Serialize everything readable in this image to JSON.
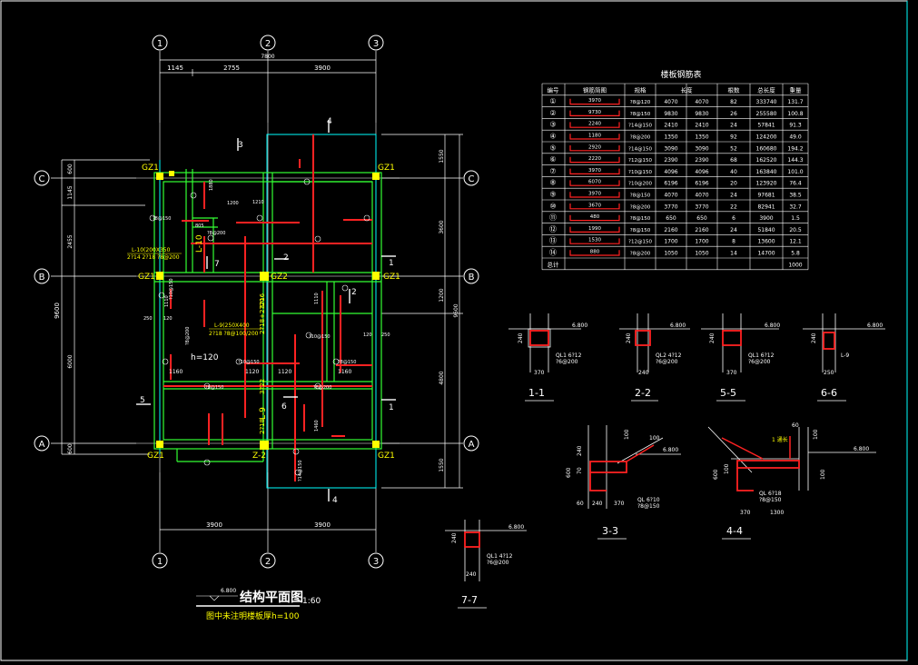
{
  "plan": {
    "title": "结构平面图",
    "scale": "1:60",
    "note": "图中未注明楼板厚h=100",
    "level": "6.800",
    "slab_note": "h=120",
    "axes_top": [
      "1",
      "2",
      "3"
    ],
    "axes_bottom": [
      "1",
      "2",
      "3"
    ],
    "axes_left": [
      "C",
      "B",
      "A"
    ],
    "axes_right": [
      "C",
      "B",
      "A"
    ],
    "dims_top_total": "7800",
    "dims_top": [
      "1145",
      "2755",
      "3900"
    ],
    "dims_bottom": [
      "3900",
      "3900"
    ],
    "dims_left_total": "9600",
    "dims_left": [
      "600",
      "1145",
      "2455",
      "6000",
      "600"
    ],
    "dims_right": [
      "1550",
      "3600",
      "1200",
      "4800",
      "1550"
    ],
    "right_total": "9600",
    "gz_labels": [
      "GZ1",
      "GZ1",
      "GZ1",
      "GZ2",
      "GZ1",
      "GZ1",
      "GZ1"
    ],
    "beam_labels": [
      "L-10",
      "L-9",
      "Z-2"
    ],
    "beam_note_1": "L-10(200X350",
    "beam_note_1b": "2?14  2?18  ?8@200",
    "beam_note_2": "L-9(250X400",
    "beam_note_2b": "2?18  ?8@100/200",
    "section_marks": [
      "1",
      "2",
      "3",
      "4",
      "5",
      "6",
      "7"
    ],
    "rebar_labels": [
      "?8@150",
      "?8@200",
      "?10@150",
      "?8@150",
      "?10@150",
      "?8@150",
      "?8@200",
      "?10@150",
      "?14@150",
      "?8@200",
      "3?16",
      "2?18+2?20",
      "3?22",
      "2?18"
    ],
    "misc_dims": [
      "1880",
      "1200",
      "805",
      "1110",
      "1110",
      "250",
      "120",
      "1120",
      "1120",
      "1160",
      "1160",
      "1460",
      "250",
      "120",
      "1210"
    ]
  },
  "table": {
    "title": "楼板钢筋表",
    "headers": [
      "编号",
      "钢筋简图",
      "规格",
      "长度",
      "根数",
      "总长度",
      "重量"
    ],
    "rows": [
      {
        "no": "①",
        "sketch": "3970",
        "spec": "?8@120",
        "len1": "4070",
        "len2": "4070",
        "count": "82",
        "total": "333740",
        "weight": "131.7"
      },
      {
        "no": "②",
        "sketch": "9730",
        "spec": "?8@150",
        "len1": "9830",
        "len2": "9830",
        "count": "26",
        "total": "255580",
        "weight": "100.8"
      },
      {
        "no": "③",
        "sketch": "2240",
        "spec": "?14@150",
        "len1": "2410",
        "len2": "2410",
        "count": "24",
        "total": "57841",
        "weight": "91.3"
      },
      {
        "no": "④",
        "sketch": "1180",
        "spec": "?8@200",
        "len1": "1350",
        "len2": "1350",
        "count": "92",
        "total": "124200",
        "weight": "49.0"
      },
      {
        "no": "⑤",
        "sketch": "2920",
        "spec": "?14@150",
        "len1": "3090",
        "len2": "3090",
        "count": "52",
        "total": "160680",
        "weight": "194.2"
      },
      {
        "no": "⑥",
        "sketch": "2220",
        "spec": "?12@150",
        "len1": "2390",
        "len2": "2390",
        "count": "68",
        "total": "162520",
        "weight": "144.3"
      },
      {
        "no": "⑦",
        "sketch": "3970",
        "spec": "?10@150",
        "len1": "4096",
        "len2": "4096",
        "count": "40",
        "total": "163840",
        "weight": "101.0"
      },
      {
        "no": "⑧",
        "sketch": "6070",
        "spec": "?10@200",
        "len1": "6196",
        "len2": "6196",
        "count": "20",
        "total": "123920",
        "weight": "76.4"
      },
      {
        "no": "⑨",
        "sketch": "3970",
        "spec": "?8@150",
        "len1": "4070",
        "len2": "4070",
        "count": "24",
        "total": "97681",
        "weight": "38.5"
      },
      {
        "no": "⑩",
        "sketch": "3670",
        "spec": "?8@200",
        "len1": "3770",
        "len2": "3770",
        "count": "22",
        "total": "82941",
        "weight": "32.7"
      },
      {
        "no": "⑪",
        "sketch": "480",
        "spec": "?8@150",
        "len1": "650",
        "len2": "650",
        "count": "6",
        "total": "3900",
        "weight": "1.5"
      },
      {
        "no": "⑫",
        "sketch": "1990",
        "spec": "?8@150",
        "len1": "2160",
        "len2": "2160",
        "count": "24",
        "total": "51840",
        "weight": "20.5"
      },
      {
        "no": "⑬",
        "sketch": "1530",
        "spec": "?12@150",
        "len1": "1700",
        "len2": "1700",
        "count": "8",
        "total": "13600",
        "weight": "12.1"
      },
      {
        "no": "⑭",
        "sketch": "880",
        "spec": "?8@200",
        "len1": "1050",
        "len2": "1050",
        "count": "14",
        "total": "14700",
        "weight": "5.8"
      }
    ],
    "total_label": "总计",
    "total_weight": "1000"
  },
  "sections": {
    "s11": {
      "title": "1-1",
      "level": "6.800",
      "beam": "QL1  6?12",
      "stirrup": "?6@200",
      "dim_h": "240",
      "dim_w": "370"
    },
    "s22": {
      "title": "2-2",
      "level": "6.800",
      "beam": "QL2  4?12",
      "stirrup": "?6@200",
      "dim_h": "240",
      "dim_w": "240"
    },
    "s55": {
      "title": "5-5",
      "level": "6.800",
      "beam": "QL1  6?12",
      "stirrup": "?6@200",
      "dim_h": "240",
      "dim_w": "370"
    },
    "s66": {
      "title": "6-6",
      "level": "6.800",
      "beam": "L-9",
      "dim_h": "240",
      "dim_w": "250"
    },
    "s33": {
      "title": "3-3",
      "level": "6.800",
      "beam": "QL  6?10",
      "stirrup": "?8@150",
      "dims": [
        "60",
        "240",
        "370",
        "600",
        "100",
        "240",
        "70",
        "100"
      ]
    },
    "s44": {
      "title": "4-4",
      "level": "6.800",
      "beam": "QL  6?18",
      "stirrup": "?8@150",
      "note": "1  通长",
      "dims": [
        "370",
        "1300",
        "600",
        "100",
        "100",
        "100",
        "60"
      ]
    },
    "s77": {
      "title": "7-7",
      "level": "6.800",
      "beam": "QL1  4?12",
      "stirrup": "?6@200",
      "dim_h": "240",
      "dim_w": "240"
    }
  }
}
